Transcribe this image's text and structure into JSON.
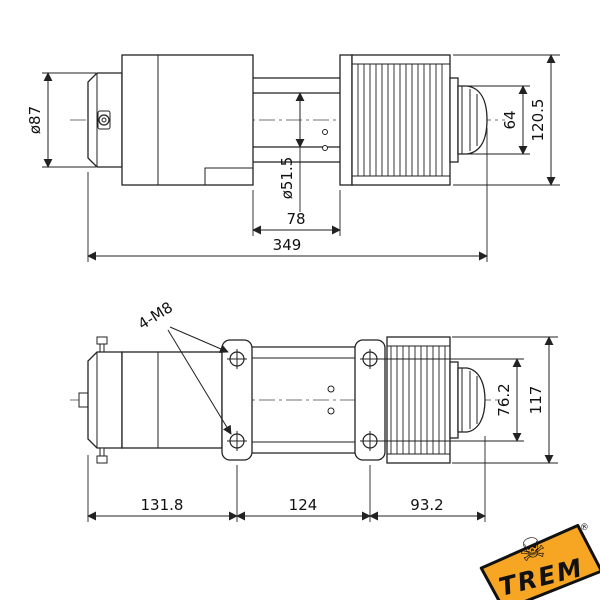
{
  "top_view": {
    "dims": {
      "motor_diameter": "ø87",
      "drum_diameter": "ø51.5",
      "drum_length": "78",
      "overall_length": "349",
      "cap_diameter": "64",
      "overall_height": "120.5"
    }
  },
  "bottom_view": {
    "callouts": {
      "mounting_bolts": "4-M8"
    },
    "dims": {
      "left_section": "131.8",
      "bolt_spacing_x": "124",
      "right_section": "93.2",
      "bolt_spacing_y": "76.2",
      "overall_width": "117"
    }
  },
  "logo": {
    "brand": "TREM",
    "registered": "®",
    "skull_icon": "☠",
    "badge_color": "#F7A623",
    "text_color": "#111111"
  },
  "drawing": {
    "line_color": "#222222",
    "background": "#ffffff"
  }
}
